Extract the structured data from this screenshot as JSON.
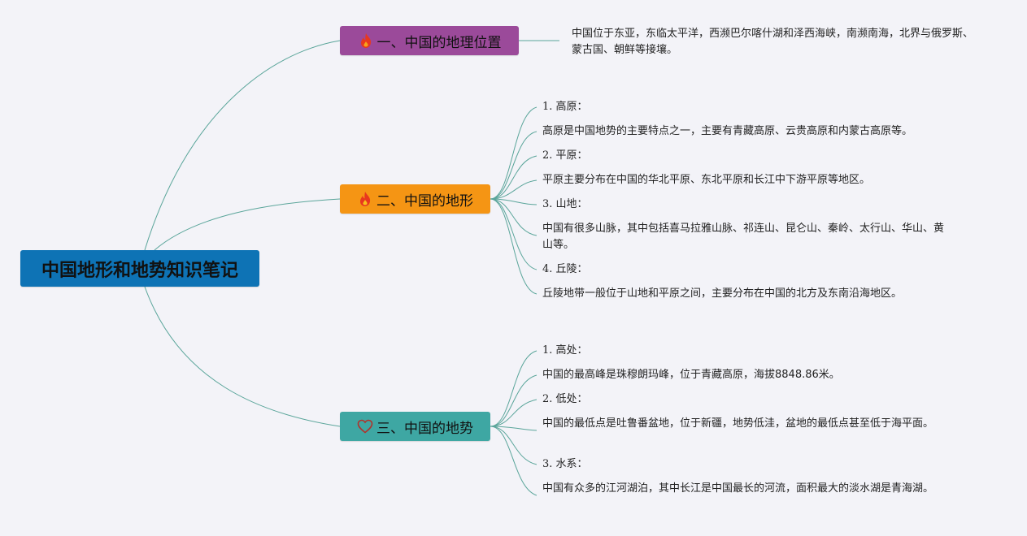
{
  "root": {
    "title": "中国地形和地势知识笔记",
    "color": "#0e73b5"
  },
  "branches": [
    {
      "label": "一、中国的地理位置",
      "icon": "fire-icon",
      "color": "#9b4a9a",
      "items": [
        {
          "kind": "text",
          "text": "中国位于东亚，东临太平洋，西濒巴尔喀什湖和泽西海峡，南濒南海，北界与俄罗斯、蒙古国、朝鲜等接壤。"
        }
      ]
    },
    {
      "label": "二、中国的地形",
      "icon": "fire-icon",
      "color": "#f59514",
      "items": [
        {
          "kind": "head",
          "text": "1. 高原："
        },
        {
          "kind": "text",
          "text": "高原是中国地势的主要特点之一，主要有青藏高原、云贵高原和内蒙古高原等。"
        },
        {
          "kind": "head",
          "text": "2. 平原："
        },
        {
          "kind": "text",
          "text": "平原主要分布在中国的华北平原、东北平原和长江中下游平原等地区。"
        },
        {
          "kind": "head",
          "text": "3. 山地："
        },
        {
          "kind": "text",
          "text": "中国有很多山脉，其中包括喜马拉雅山脉、祁连山、昆仑山、秦岭、太行山、华山、黄山等。"
        },
        {
          "kind": "head",
          "text": "4. 丘陵："
        },
        {
          "kind": "text",
          "text": "丘陵地带一般位于山地和平原之间，主要分布在中国的北方及东南沿海地区。"
        }
      ]
    },
    {
      "label": "三、中国的地势",
      "icon": "heart-icon",
      "color": "#3ea7a3",
      "items": [
        {
          "kind": "head",
          "text": "1. 高处："
        },
        {
          "kind": "text",
          "text": "中国的最高峰是珠穆朗玛峰，位于青藏高原，海拔8848.86米。"
        },
        {
          "kind": "head",
          "text": "2. 低处："
        },
        {
          "kind": "text",
          "text": "中国的最低点是吐鲁番盆地，位于新疆，地势低洼，盆地的最低点甚至低于海平面。"
        },
        {
          "kind": "head",
          "text": "3. 水系："
        },
        {
          "kind": "text",
          "text": "中国有众多的江河湖泊，其中长江是中国最长的河流，面积最大的淡水湖是青海湖。"
        }
      ]
    }
  ]
}
